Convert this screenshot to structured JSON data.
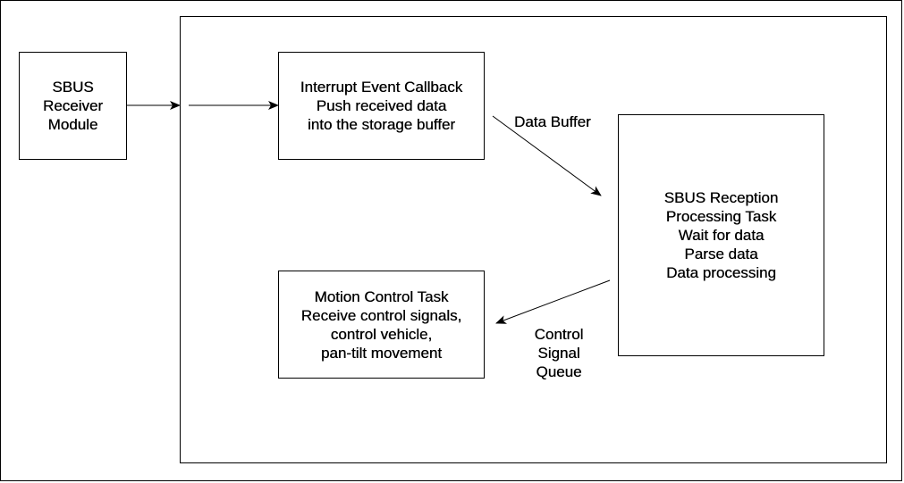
{
  "diagram": {
    "receiver_module": {
      "lines": [
        "SBUS",
        "Receiver",
        "Module"
      ]
    },
    "interrupt_box": {
      "lines": [
        "Interrupt Event Callback",
        "Push received data",
        "into the storage buffer"
      ]
    },
    "sbus_task_box": {
      "lines": [
        "SBUS Reception",
        "Processing Task",
        "Wait for data",
        "Parse data",
        "Data processing"
      ]
    },
    "motion_task_box": {
      "lines": [
        "Motion Control Task",
        "Receive control signals,",
        "control vehicle,",
        "pan-tilt movement"
      ]
    },
    "labels": {
      "data_buffer": "Data Buffer",
      "control_signal_queue": [
        "Control",
        "Signal",
        "Queue"
      ]
    }
  }
}
